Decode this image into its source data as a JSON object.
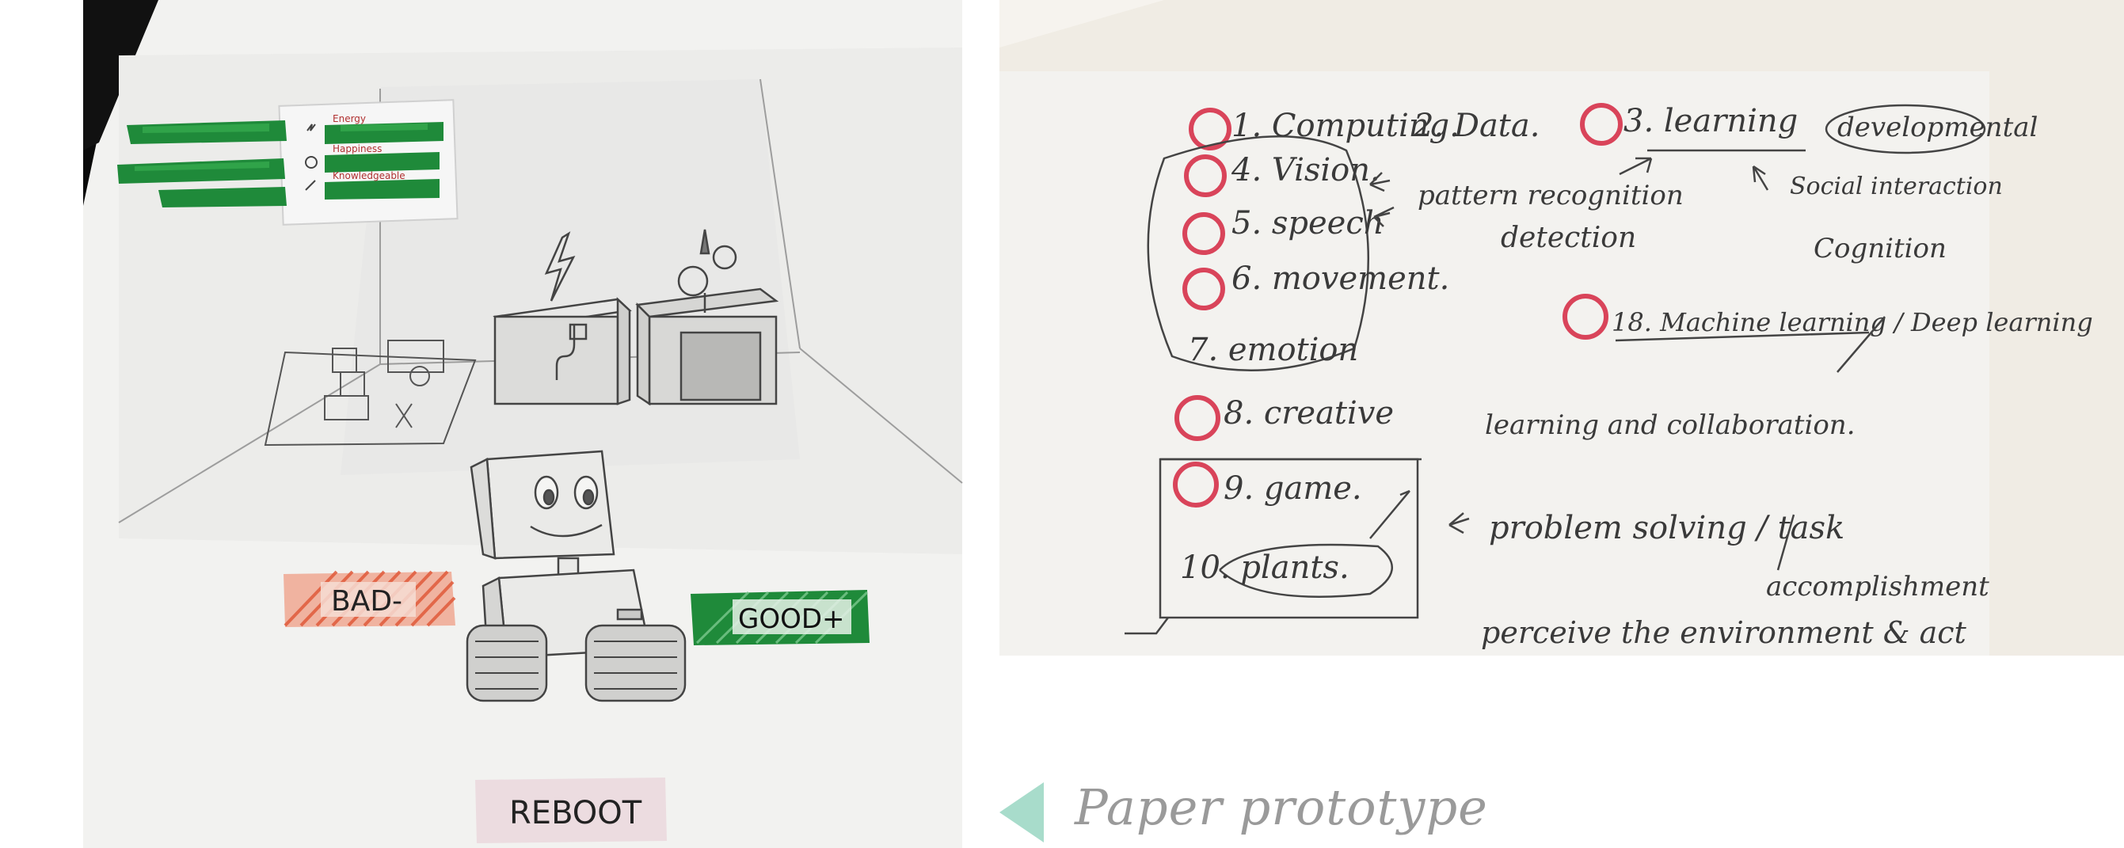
{
  "left_photo": {
    "labels": {
      "bad": "BAD-",
      "good": "GOOD+",
      "reboot": "REBOOT"
    },
    "status_rows": [
      "Energy",
      "Happiness",
      "Knowledgeable"
    ]
  },
  "right_photo": {
    "notes": {
      "row1": {
        "n1": "1. Computing.",
        "n2": "2. Data.",
        "n3": "3. learning",
        "circled": "developmental"
      },
      "row2": {
        "item": "4. Vision.",
        "mid": "pattern recognition",
        "right": "Social interaction"
      },
      "row3": {
        "item": "5. speech",
        "mid": "detection",
        "right": "Cognition"
      },
      "row4": {
        "item": "6. movement."
      },
      "row5": {
        "item": "7. emotion",
        "ml": "18. Machine learning / Deep learning"
      },
      "row6": {
        "item": "8. creative",
        "right": "learning and collaboration."
      },
      "row7": {
        "item": "9. game.",
        "right": "problem solving / task"
      },
      "row8": {
        "item": "10. plants.",
        "right": "accomplishment"
      },
      "row9": {
        "right": "perceive the environment & act"
      }
    }
  },
  "caption": {
    "text": "Paper prototype",
    "arrow_color": "#a8dccb",
    "text_color": "#9a9a9a"
  },
  "colors": {
    "paper": "#efece6",
    "ink": "#3a3a3a",
    "red_circle": "#d9445a",
    "green_tape": "#1f8a3a",
    "red_tape": "#e8705a"
  }
}
